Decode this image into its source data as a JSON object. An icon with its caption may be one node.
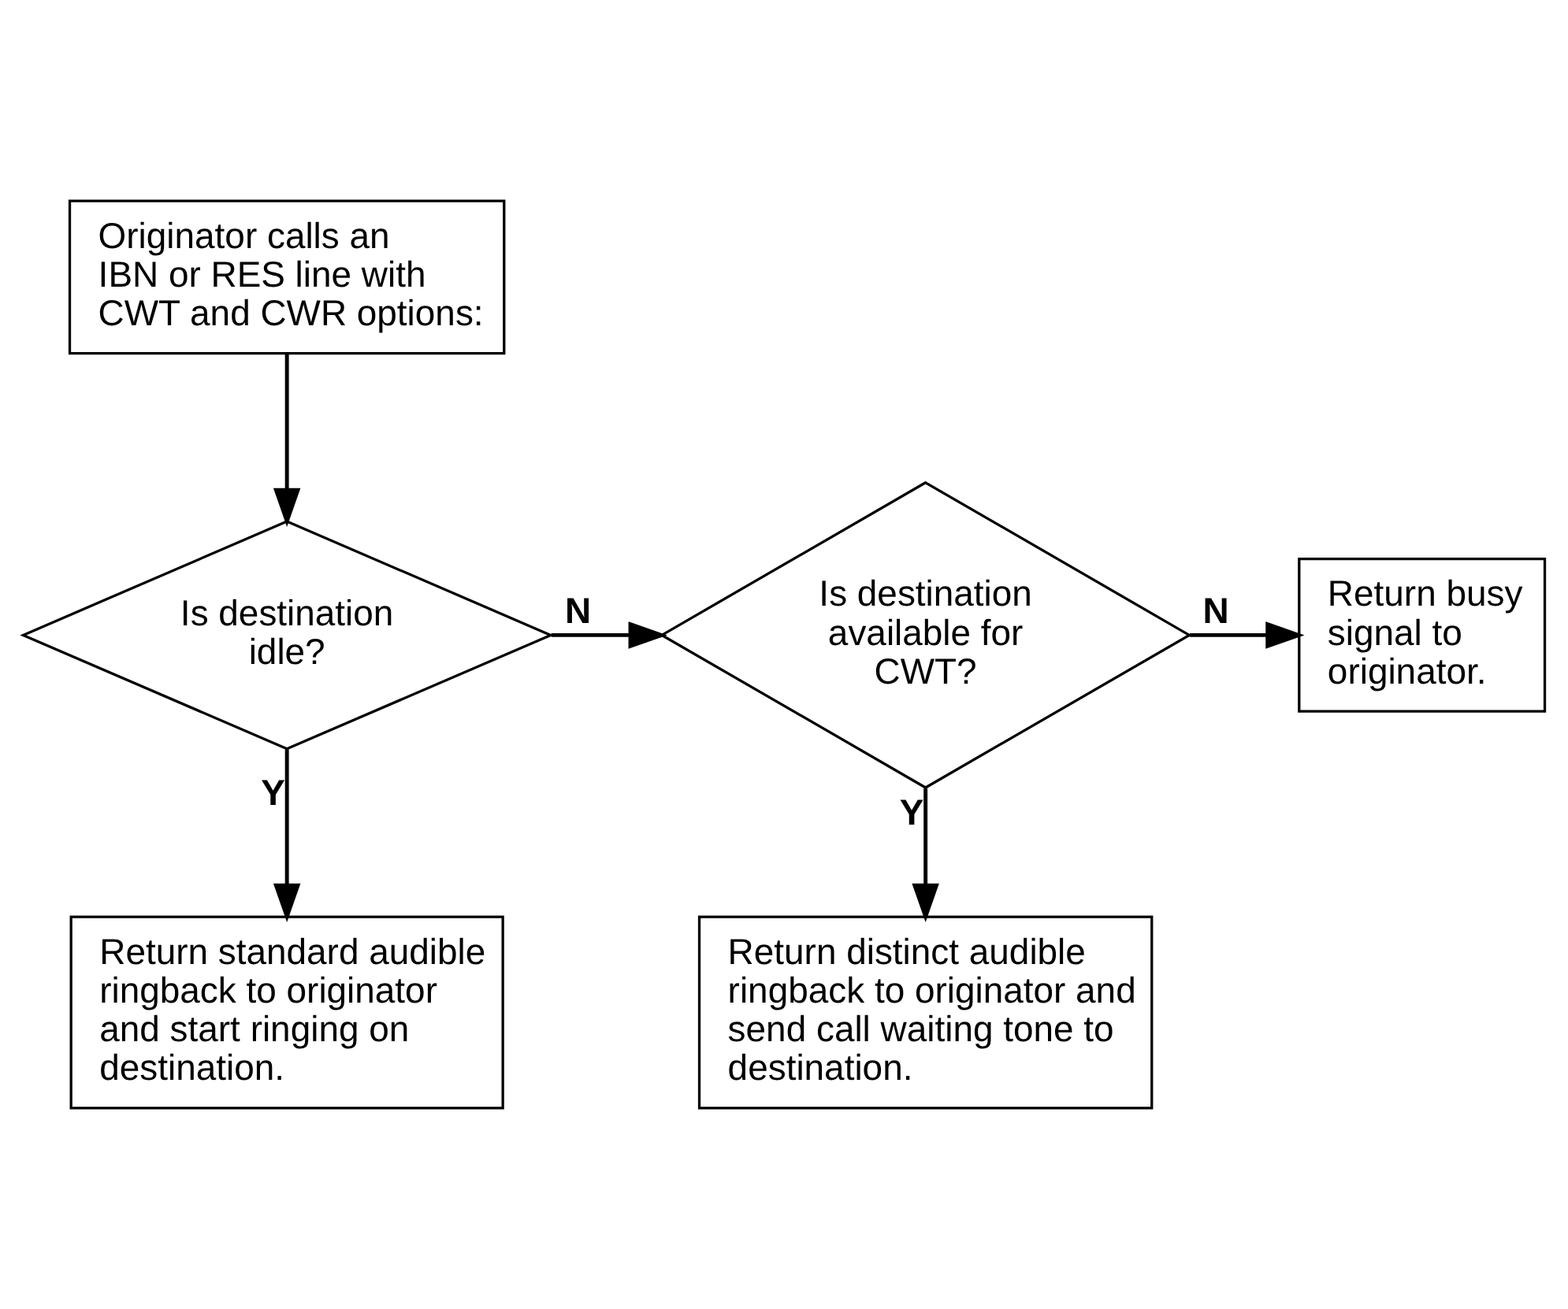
{
  "diagram": {
    "nodes": [
      {
        "text": [
          "Originator calls an IBN or RES line with CWT and CWR options:"
        ]
      },
      {
        "text": [
          "Is destination idle?"
        ]
      },
      {
        "text": [
          "Is destination available for CWT?"
        ]
      },
      {
        "text": [
          "Return busy signal to originator."
        ]
      },
      {
        "text": [
          "Return standard audible ringback to originator and start ringing on destination."
        ]
      },
      {
        "text": [
          "Return distinct audible ringback to originator and send call waiting tone to destination."
        ]
      }
    ],
    "edges": [
      {
        "from": 0,
        "to": 1,
        "arrow": "to"
      },
      {
        "from": 1,
        "to": 2,
        "arrow": "to",
        "label": "N"
      },
      {
        "from": 2,
        "to": 3,
        "arrow": "to",
        "label": "N"
      },
      {
        "from": 1,
        "to": 4,
        "arrow": "to",
        "label": "Y"
      },
      {
        "from": 2,
        "to": 5,
        "arrow": "to",
        "label": "Y"
      }
    ]
  }
}
